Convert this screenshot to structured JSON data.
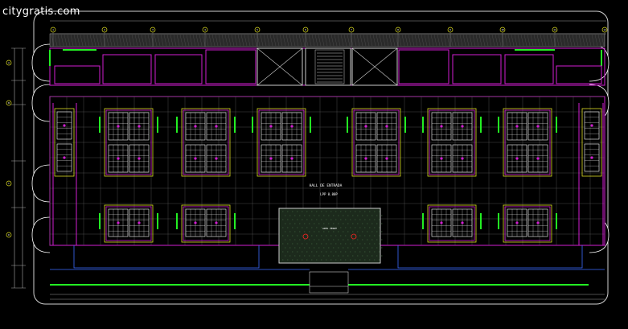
{
  "watermark": "citygratis.com",
  "plan": {
    "hall_title": "HALL DE ENTRADA",
    "level_label": "LPP 0.00P",
    "center_label": "AREA VERDE",
    "column_tags": [
      "1",
      "2",
      "3",
      "4",
      "5",
      "6",
      "7",
      "8",
      "9",
      "10",
      "11",
      "12"
    ],
    "row_tags": [
      "A",
      "B",
      "C",
      "D"
    ]
  },
  "colors": {
    "background": "#000000",
    "wall": "#cccccc",
    "grid": "#6a6a6a",
    "magenta": "#d21ed2",
    "green": "#22ee22",
    "yellow": "#dddd22",
    "red": "#ff2222",
    "blue": "#3b6bff",
    "white": "#ffffff"
  }
}
